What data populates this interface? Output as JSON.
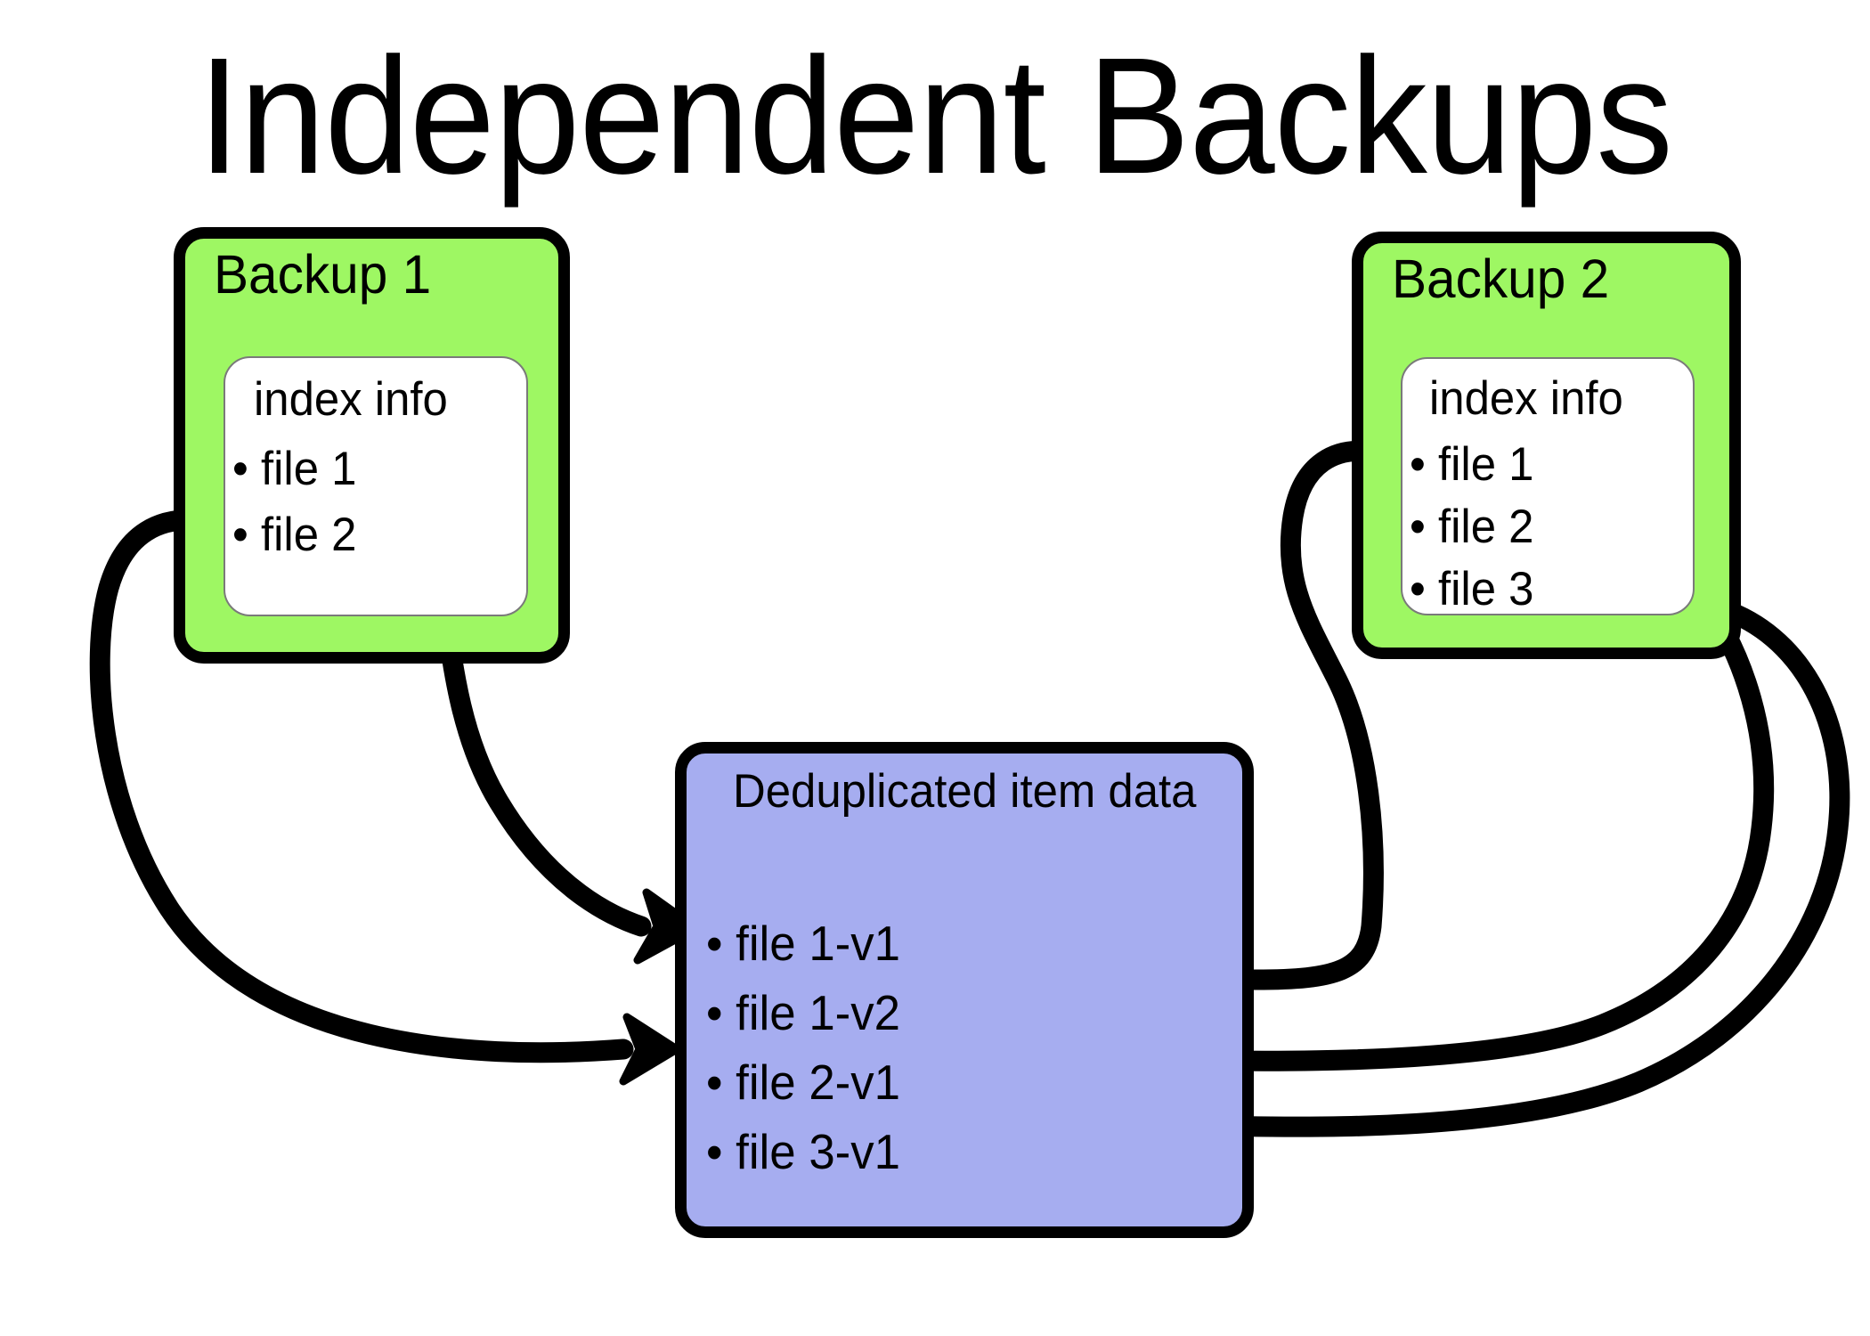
{
  "title": "Independent Backups",
  "backup1": {
    "label": "Backup 1",
    "index_heading": "index info",
    "files": [
      "• file 1",
      "• file 2"
    ]
  },
  "backup2": {
    "label": "Backup 2",
    "index_heading": "index info",
    "files": [
      "• file 1",
      "• file 2",
      "• file 3"
    ]
  },
  "dedupe": {
    "label": "Deduplicated item data",
    "items": [
      "• file 1-v1",
      "• file 1-v2",
      "• file 2-v1",
      "• file 3-v1"
    ]
  },
  "colors": {
    "backup_fill": "#9ef763",
    "dedupe_fill": "#a6adf0",
    "inner_fill": "#ffffff",
    "stroke": "#000000",
    "background": "#ffffff"
  },
  "connections": [
    {
      "name": "backup1-file1-to-file1v1",
      "from": "backup1.file 1",
      "to": "dedupe.file 1-v1"
    },
    {
      "name": "backup1-file2-to-file2v1",
      "from": "backup1.file 2",
      "to": "dedupe.file 2-v1"
    },
    {
      "name": "backup2-file1-to-file1v2",
      "from": "backup2.file 1",
      "to": "dedupe.file 1-v2"
    },
    {
      "name": "backup2-file2-to-file2v1",
      "from": "backup2.file 2",
      "to": "dedupe.file 2-v1"
    },
    {
      "name": "backup2-file3-to-file3v1",
      "from": "backup2.file 3",
      "to": "dedupe.file 3-v1"
    }
  ]
}
